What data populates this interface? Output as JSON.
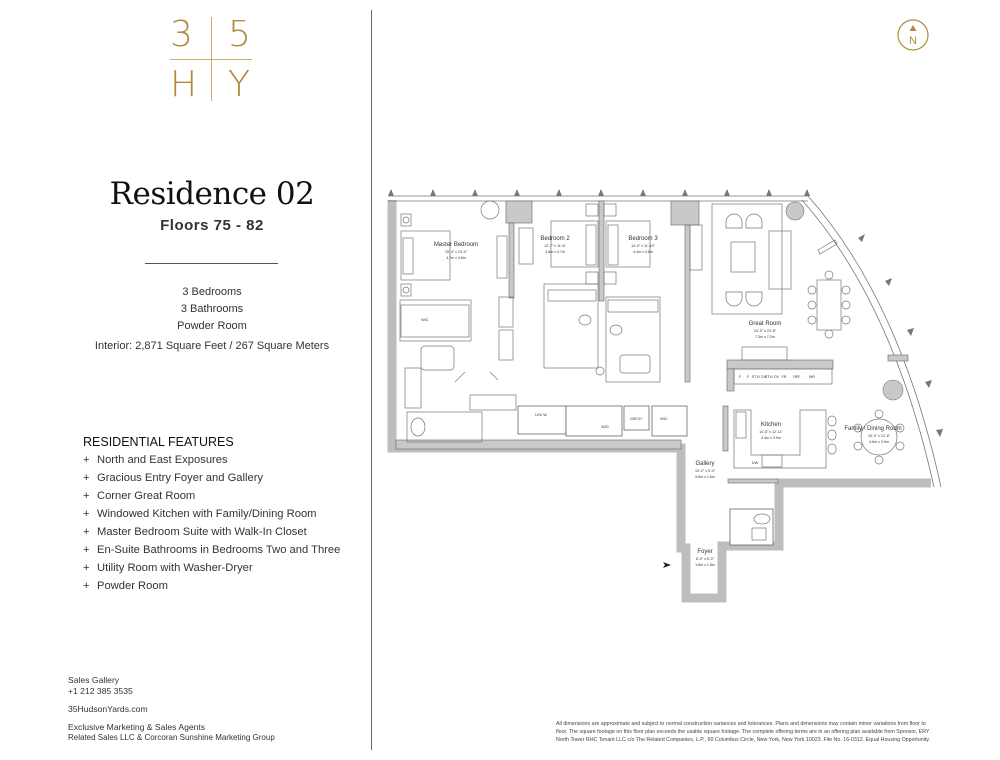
{
  "brand": {
    "logo_chars": [
      "3",
      "5",
      "H",
      "Y"
    ],
    "gold": "#b08a3a"
  },
  "compass": {
    "label": "N",
    "icon": "north-arrow-icon"
  },
  "residence": {
    "title": "Residence 02",
    "floors": "Floors 75 - 82",
    "specs": [
      "3 Bedrooms",
      "3 Bathrooms",
      "Powder Room",
      "Interior: 2,871 Square Feet / 267 Square Meters"
    ]
  },
  "features": {
    "heading": "RESIDENTIAL FEATURES",
    "bullet": "+",
    "items": [
      "North and East Exposures",
      "Gracious Entry Foyer and Gallery",
      "Corner Great Room",
      "Windowed Kitchen with Family/Dining Room",
      "Master Bedroom Suite with Walk-In Closet",
      "En-Suite Bathrooms in Bedrooms Two and Three",
      "Utility Room with Washer-Dryer",
      "Powder Room"
    ]
  },
  "footer": {
    "sales_label": "Sales Gallery",
    "phone": "+1 212 385 3535",
    "website": "35HudsonYards.com",
    "agents_label": "Exclusive Marketing & Sales Agents",
    "agents": "Related Sales LLC & Corcoran Sunshine Marketing Group"
  },
  "disclaimer": "All dimensions are approximate and subject to normal construction variances and tolerances. Plans and dimensions may contain minor variations from floor to floor. The square footage on this floor plan exceeds the usable square footage. The complete offering terms are in an offering plan available from Sponsor, ERY North Tower RHC Tenant LLC c/o The Related Companies, L.P., 60 Columbus Circle, New York, New York 10023. File No. 16-0312. Equal Housing Opportunity.",
  "floorplan": {
    "rooms": {
      "master": {
        "name": "Master Bedroom",
        "ft": "15'-4\" x 15'-0\"",
        "m": "4.7m x 4.6m"
      },
      "bed2": {
        "name": "Bedroom 2",
        "ft": "12'-7\" x 11'-6\"",
        "m": "3.8m x 3.7m"
      },
      "bed3": {
        "name": "Bedroom 3",
        "ft": "14'-0\" x 11'-10\"",
        "m": "4.3m x 3.6m"
      },
      "great": {
        "name": "Great Room",
        "ft": "24'-0\" x 23'-8\"",
        "m": "7.3m x 7.2m"
      },
      "kitchen": {
        "name": "Kitchen",
        "ft": "14'-5\" x 12'-11\"",
        "m": "4.4m x 3.9m"
      },
      "family": {
        "name": "Family / Dining Room",
        "ft": "15'-0\" x 12'-8\"",
        "m": "4.6m x 3.9m"
      },
      "gallery": {
        "name": "Gallery",
        "ft": "19'-2\" x 5'-4\"",
        "m": "5.8m x 1.6m"
      },
      "foyer": {
        "name": "Foyer",
        "ft": "6'-0\" x 6'-0\"",
        "m": "1.8m x 1.8m"
      }
    },
    "small_labels": {
      "wic1": "WIC",
      "linw": "LIN/ W",
      "wd": "W/D",
      "mech": "MECH",
      "wic2": "WIC",
      "dw": "DW"
    },
    "appliances": [
      "F",
      "F",
      "STV/ OV",
      "STV/ OV",
      "FR",
      "REF",
      "WR"
    ]
  }
}
